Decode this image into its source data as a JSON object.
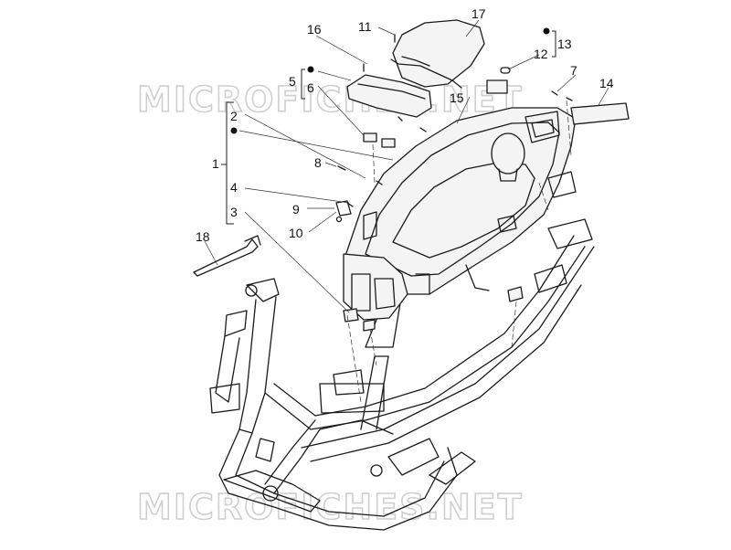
{
  "watermark": {
    "top_text": "MICROFICHES.NET",
    "bottom_text": "MICROFICHES.NET"
  },
  "callouts": [
    {
      "id": "c1",
      "label": "1"
    },
    {
      "id": "c2",
      "label": "2"
    },
    {
      "id": "c3",
      "label": "3"
    },
    {
      "id": "c4",
      "label": "4"
    },
    {
      "id": "c5",
      "label": "5"
    },
    {
      "id": "c6",
      "label": "6"
    },
    {
      "id": "c7",
      "label": "7"
    },
    {
      "id": "c8",
      "label": "8"
    },
    {
      "id": "c9",
      "label": "9"
    },
    {
      "id": "c10",
      "label": "10"
    },
    {
      "id": "c11",
      "label": "11"
    },
    {
      "id": "c12",
      "label": "12"
    },
    {
      "id": "c13",
      "label": "13"
    },
    {
      "id": "c14",
      "label": "14"
    },
    {
      "id": "c15",
      "label": "15"
    },
    {
      "id": "c16",
      "label": "16"
    },
    {
      "id": "c17",
      "label": "17"
    },
    {
      "id": "c18",
      "label": "18"
    }
  ]
}
